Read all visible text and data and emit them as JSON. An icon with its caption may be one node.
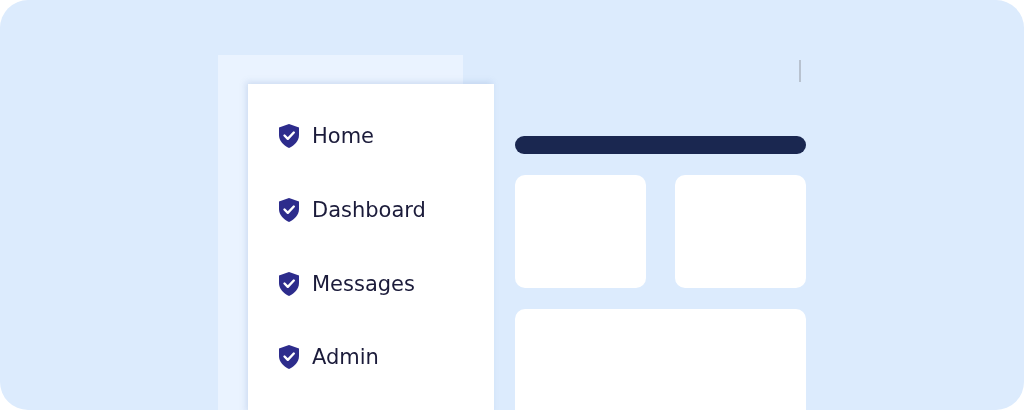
{
  "diagram": {
    "labels": [
      "Home",
      "Dashboard",
      "Messages",
      "Admin"
    ]
  }
}
